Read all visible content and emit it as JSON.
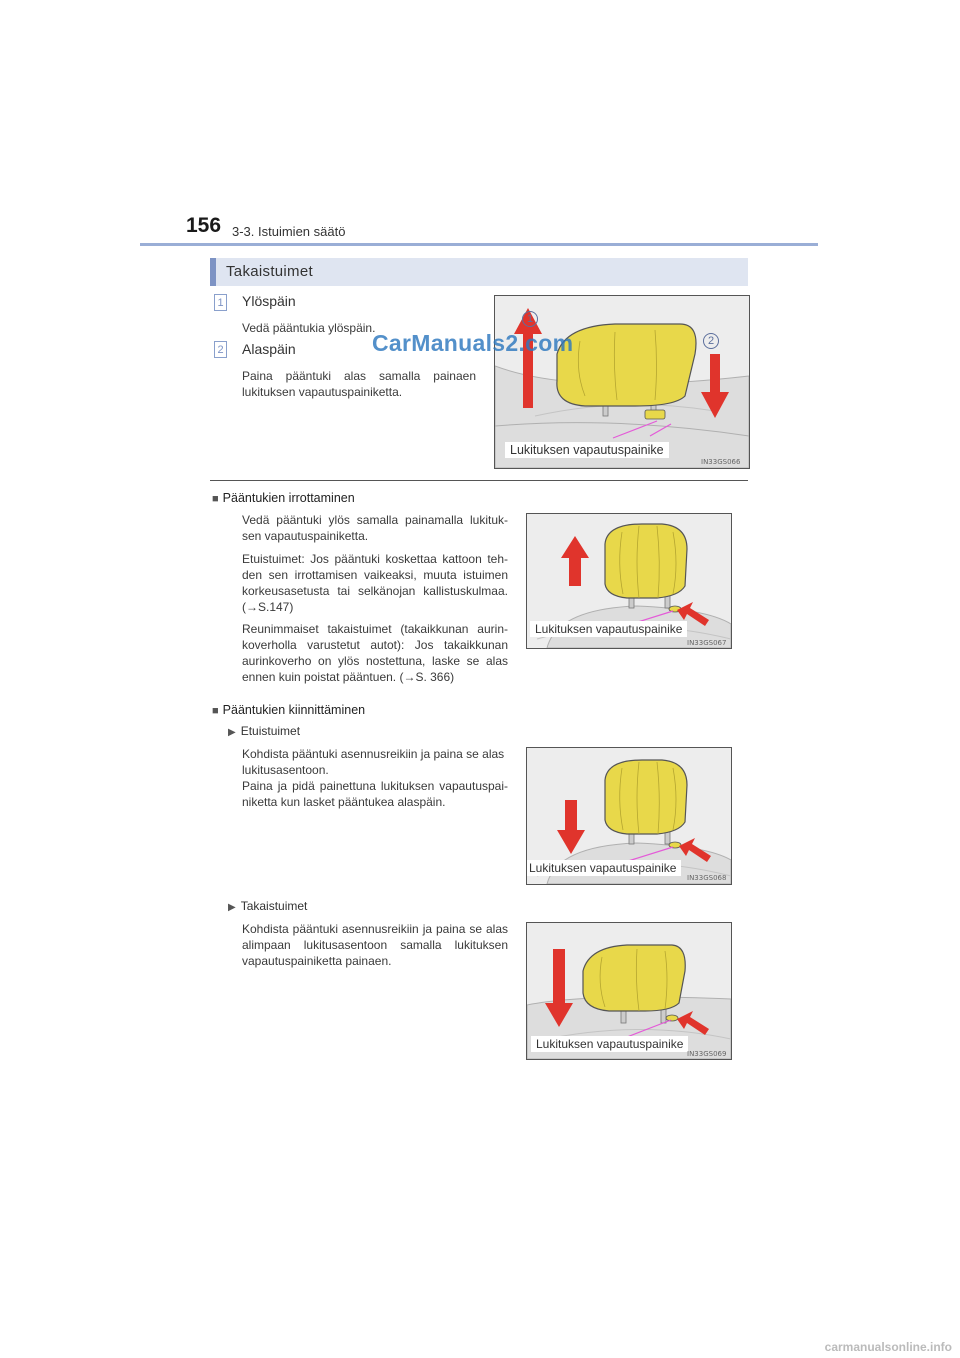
{
  "header": {
    "page_number": "156",
    "section": "3-3. Istuimien säätö"
  },
  "section_bar": {
    "title": "Takaistuimet"
  },
  "steps": [
    {
      "num": "1",
      "title": "Ylöspäin",
      "text": "Vedä pääntukia ylöspäin."
    },
    {
      "num": "2",
      "title": "Alaspäin",
      "text": "Paina pääntuki alas samalla painaen lukituksen vapautuspainiketta."
    }
  ],
  "figures": {
    "fig1": {
      "code": "IN33GS066",
      "label": "Lukituksen vapautuspainike",
      "callout1": "1",
      "callout2": "2"
    },
    "fig2": {
      "code": "IN33GS067",
      "label": "Lukituksen vapautuspainike"
    },
    "fig3": {
      "code": "IN33GS068",
      "label": "Lukituksen vapautuspainike"
    },
    "fig4": {
      "code": "IN33GS069",
      "label": "Lukituksen vapautuspainike"
    }
  },
  "removal": {
    "heading": "Pääntukien irrottaminen",
    "p1": "Vedä pääntuki ylös samalla painamalla lukituk-sen vapautuspainiketta.",
    "p2": "Etuistuimet: Jos pääntuki koskettaa kattoon teh-den sen irrottamisen vaikeaksi, muuta istuimen korkeusasetusta tai selkänojan kallistuskulmaa. (→S.147)",
    "p3": "Reunimmaiset takaistuimet (takaikkunan aurin-koverholla varustetut autot): Jos takaikkunan aurinkoverho on ylös nostettuna, laske se alas ennen kuin poistat pääntuen. (→S. 366)"
  },
  "installation": {
    "heading": "Pääntukien kiinnittäminen",
    "front": {
      "label": "Etuistuimet",
      "p1": "Kohdista pääntuki asennusreikiin ja paina se alas lukitusasentoon.",
      "p2": "Paina ja pidä painettuna lukituksen vapautuspai-niketta kun lasket pääntukea alaspäin."
    },
    "rear": {
      "label": "Takaistuimet",
      "p1": "Kohdista pääntuki asennusreikiin ja paina se alas alimpaan lukitusasentoon samalla lukituksen vapautuspainiketta painaen."
    }
  },
  "watermarks": {
    "top": "CarManuals2.com",
    "footer": "carmanualsonline.info"
  },
  "colors": {
    "accent": "#7d93c4",
    "bar_bg": "#dfe5f1",
    "headrest": "#e8d84a",
    "arrow": "#e0342c",
    "pointer": "#e45ad8"
  }
}
